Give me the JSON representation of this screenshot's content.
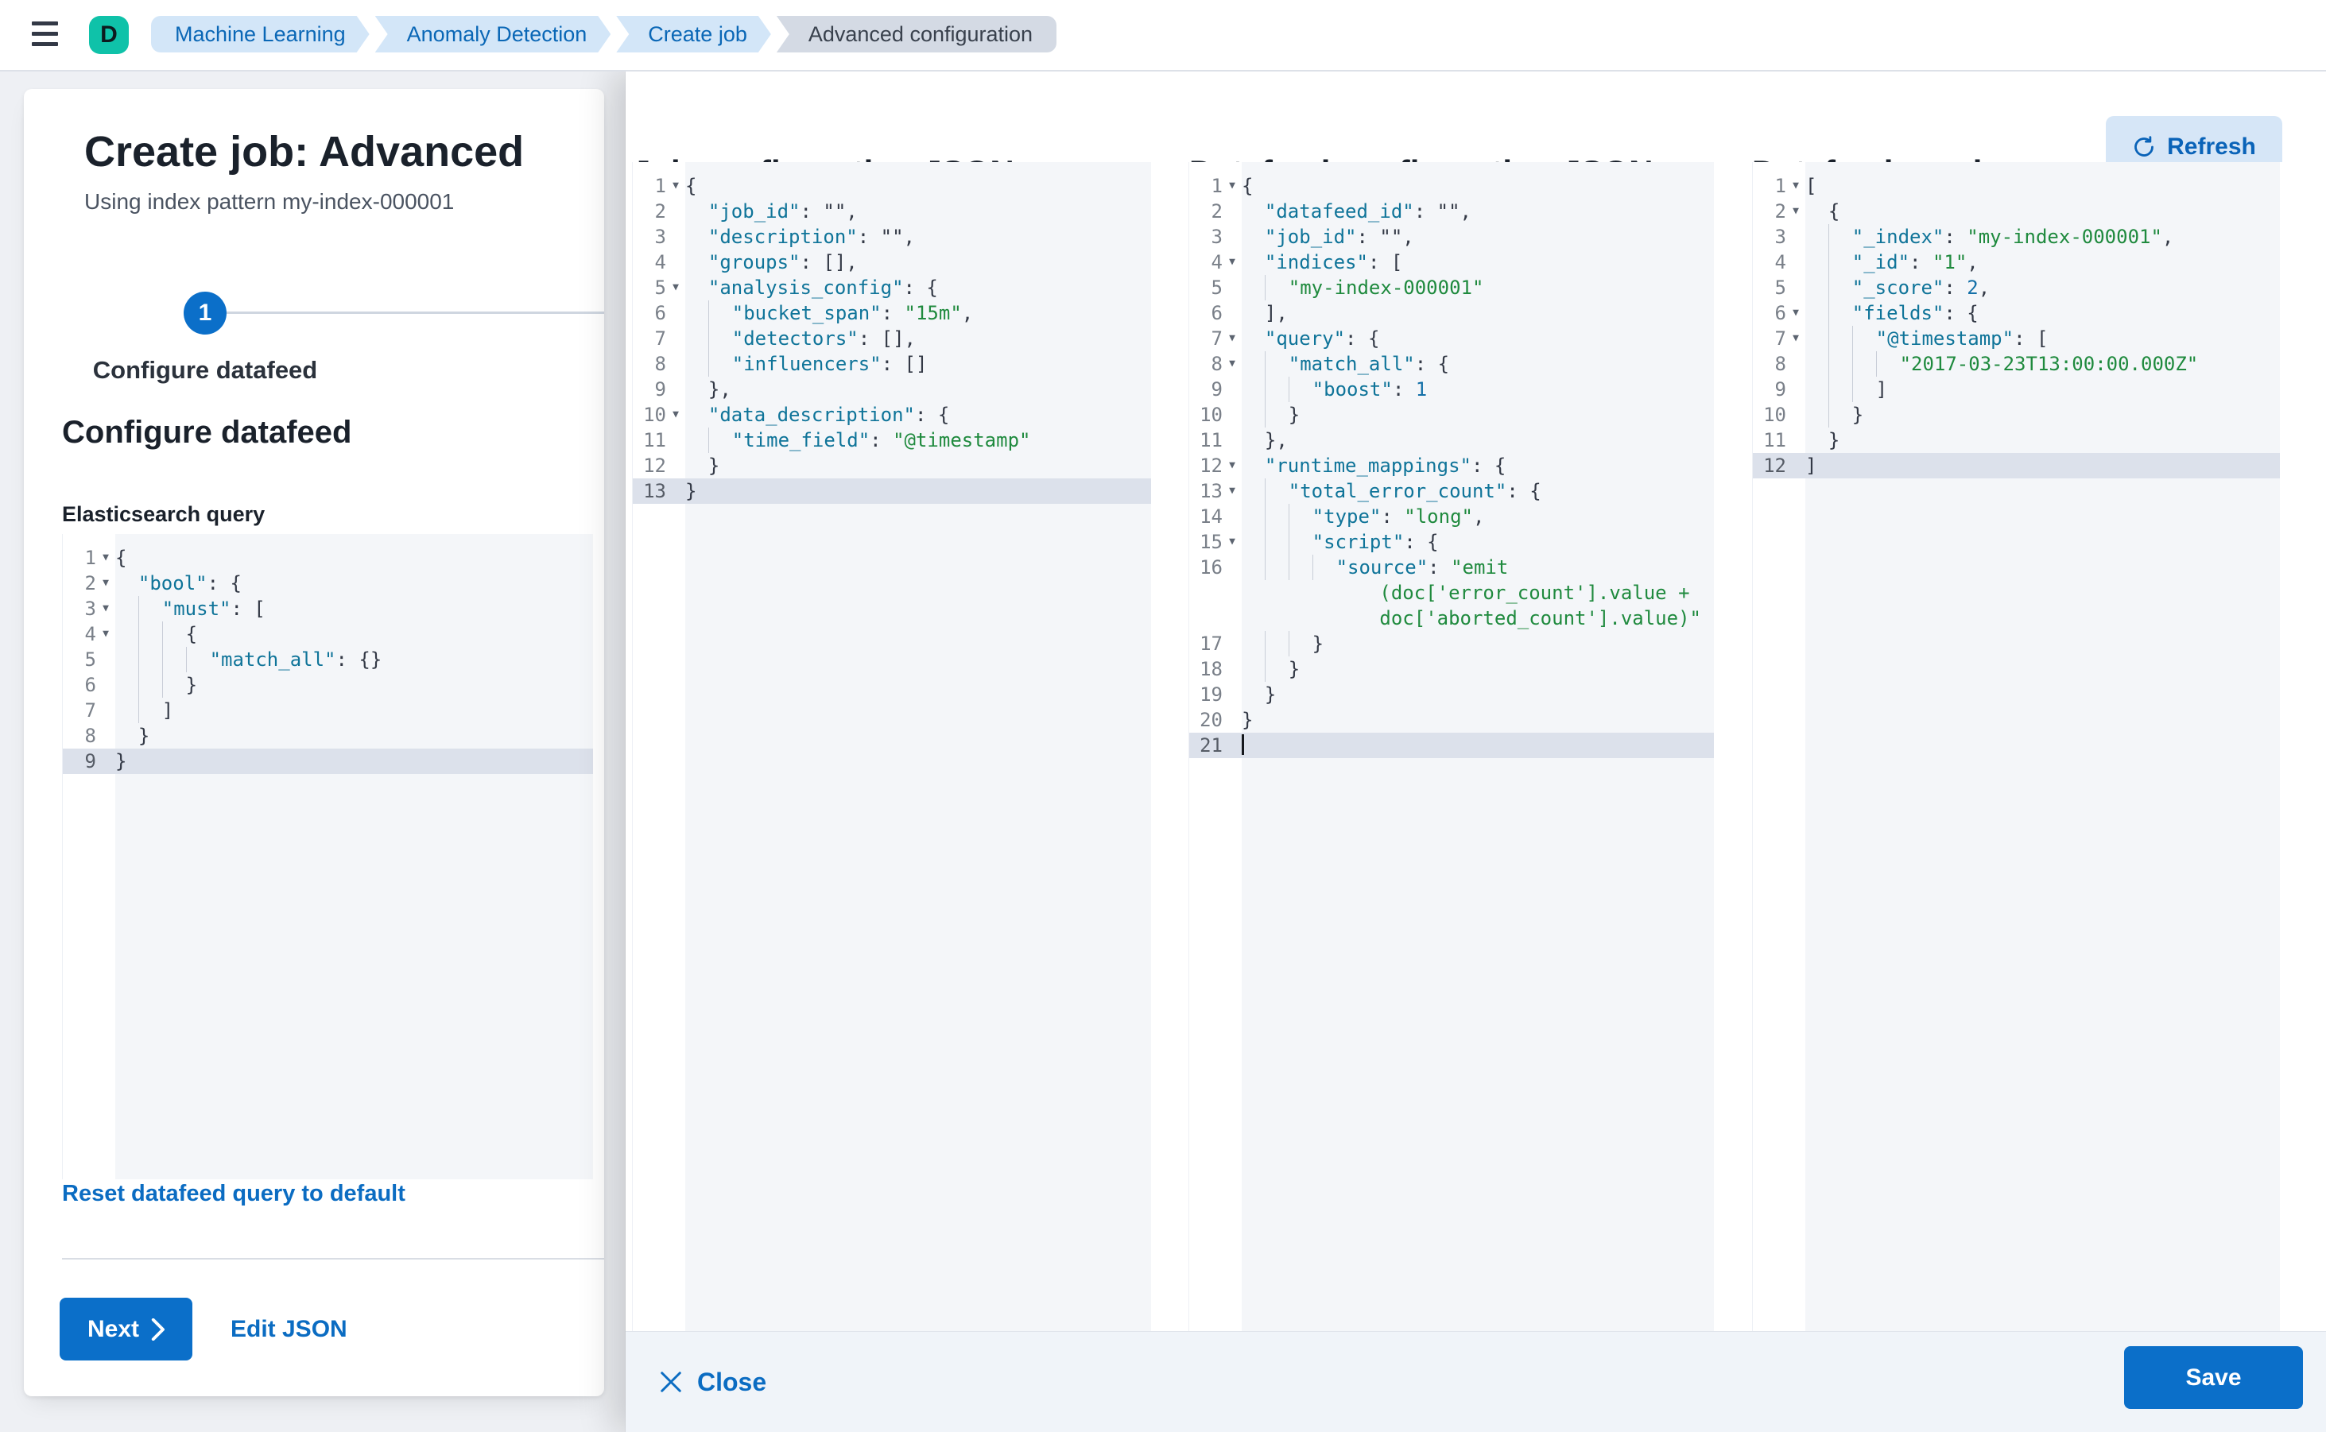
{
  "topbar": {
    "avatar_letter": "D",
    "breadcrumbs": [
      {
        "label": "Machine Learning",
        "current": false
      },
      {
        "label": "Anomaly Detection",
        "current": false
      },
      {
        "label": "Create job",
        "current": false
      },
      {
        "label": "Advanced configuration",
        "current": true
      }
    ]
  },
  "left_panel": {
    "title": "Create job: Advanced",
    "subtitle": "Using index pattern my-index-000001",
    "step": {
      "number": "1",
      "label": "Configure datafeed"
    },
    "section_heading": "Configure datafeed",
    "query_label": "Elasticsearch query",
    "reset_link": "Reset datafeed query to default",
    "next_label": "Next",
    "edit_json_label": "Edit JSON"
  },
  "flyout": {
    "columns": [
      {
        "title": "Job configuration JSON"
      },
      {
        "title": "Datafeed configuration JSON"
      },
      {
        "title": "Datafeed preview"
      }
    ],
    "refresh_label": "Refresh",
    "close_label": "Close",
    "save_label": "Save"
  },
  "colors": {
    "primary_button": "#0b6fc9",
    "link_blue": "#0b6cc2",
    "breadcrumb_blue_bg": "#d3e6f8",
    "breadcrumb_blue_text": "#0a67b6",
    "breadcrumb_gray_bg": "#d4dae4",
    "avatar_teal": "#0fc2a9",
    "editor_code_bg": "#f4f6f9",
    "editor_active_line": "#dce1eb",
    "token_key": "#0f7499",
    "token_string": "#1f8a3e",
    "token_number": "#1470a8",
    "token_punct": "#333946"
  },
  "editors": {
    "es_query": {
      "lines": [
        {
          "n": 1,
          "fold": true,
          "ind": 0,
          "toks": [
            [
              "p",
              "{"
            ]
          ]
        },
        {
          "n": 2,
          "fold": true,
          "ind": 2,
          "toks": [
            [
              "k",
              "\"bool\""
            ],
            [
              "p",
              ": {"
            ]
          ]
        },
        {
          "n": 3,
          "fold": true,
          "ind": 4,
          "toks": [
            [
              "k",
              "\"must\""
            ],
            [
              "p",
              ": ["
            ]
          ]
        },
        {
          "n": 4,
          "fold": true,
          "ind": 6,
          "toks": [
            [
              "p",
              "{"
            ]
          ]
        },
        {
          "n": 5,
          "ind": 8,
          "toks": [
            [
              "k",
              "\"match_all\""
            ],
            [
              "p",
              ": {}"
            ]
          ]
        },
        {
          "n": 6,
          "ind": 6,
          "toks": [
            [
              "p",
              "}"
            ]
          ]
        },
        {
          "n": 7,
          "ind": 4,
          "toks": [
            [
              "p",
              "]"
            ]
          ]
        },
        {
          "n": 8,
          "ind": 2,
          "toks": [
            [
              "p",
              "}"
            ]
          ]
        },
        {
          "n": 9,
          "ind": 0,
          "active": true,
          "toks": [
            [
              "p",
              "}"
            ]
          ]
        }
      ]
    },
    "job": {
      "lines": [
        {
          "n": 1,
          "fold": true,
          "ind": 0,
          "toks": [
            [
              "p",
              "{"
            ]
          ]
        },
        {
          "n": 2,
          "ind": 2,
          "toks": [
            [
              "k",
              "\"job_id\""
            ],
            [
              "p",
              ": \"\","
            ]
          ]
        },
        {
          "n": 3,
          "ind": 2,
          "toks": [
            [
              "k",
              "\"description\""
            ],
            [
              "p",
              ": \"\","
            ]
          ]
        },
        {
          "n": 4,
          "ind": 2,
          "toks": [
            [
              "k",
              "\"groups\""
            ],
            [
              "p",
              ": [],"
            ]
          ]
        },
        {
          "n": 5,
          "fold": true,
          "ind": 2,
          "toks": [
            [
              "k",
              "\"analysis_config\""
            ],
            [
              "p",
              ": {"
            ]
          ]
        },
        {
          "n": 6,
          "ind": 4,
          "toks": [
            [
              "k",
              "\"bucket_span\""
            ],
            [
              "p",
              ": "
            ],
            [
              "s",
              "\"15m\""
            ],
            [
              "p",
              ","
            ]
          ]
        },
        {
          "n": 7,
          "ind": 4,
          "toks": [
            [
              "k",
              "\"detectors\""
            ],
            [
              "p",
              ": [],"
            ]
          ]
        },
        {
          "n": 8,
          "ind": 4,
          "toks": [
            [
              "k",
              "\"influencers\""
            ],
            [
              "p",
              ": []"
            ]
          ]
        },
        {
          "n": 9,
          "ind": 2,
          "toks": [
            [
              "p",
              "},"
            ]
          ]
        },
        {
          "n": 10,
          "fold": true,
          "ind": 2,
          "toks": [
            [
              "k",
              "\"data_description\""
            ],
            [
              "p",
              ": {"
            ]
          ]
        },
        {
          "n": 11,
          "ind": 4,
          "toks": [
            [
              "k",
              "\"time_field\""
            ],
            [
              "p",
              ": "
            ],
            [
              "s",
              "\"@timestamp\""
            ]
          ]
        },
        {
          "n": 12,
          "ind": 2,
          "toks": [
            [
              "p",
              "}"
            ]
          ]
        },
        {
          "n": 13,
          "ind": 0,
          "active": true,
          "toks": [
            [
              "p",
              "}"
            ]
          ]
        }
      ]
    },
    "datafeed": {
      "lines": [
        {
          "n": 1,
          "fold": true,
          "ind": 0,
          "toks": [
            [
              "p",
              "{"
            ]
          ]
        },
        {
          "n": 2,
          "ind": 2,
          "toks": [
            [
              "k",
              "\"datafeed_id\""
            ],
            [
              "p",
              ": \"\","
            ]
          ]
        },
        {
          "n": 3,
          "ind": 2,
          "toks": [
            [
              "k",
              "\"job_id\""
            ],
            [
              "p",
              ": \"\","
            ]
          ]
        },
        {
          "n": 4,
          "fold": true,
          "ind": 2,
          "toks": [
            [
              "k",
              "\"indices\""
            ],
            [
              "p",
              ": ["
            ]
          ]
        },
        {
          "n": 5,
          "ind": 4,
          "toks": [
            [
              "s",
              "\"my-index-000001\""
            ]
          ]
        },
        {
          "n": 6,
          "ind": 2,
          "toks": [
            [
              "p",
              "],"
            ]
          ]
        },
        {
          "n": 7,
          "fold": true,
          "ind": 2,
          "toks": [
            [
              "k",
              "\"query\""
            ],
            [
              "p",
              ": {"
            ]
          ]
        },
        {
          "n": 8,
          "fold": true,
          "ind": 4,
          "toks": [
            [
              "k",
              "\"match_all\""
            ],
            [
              "p",
              ": {"
            ]
          ]
        },
        {
          "n": 9,
          "ind": 6,
          "toks": [
            [
              "k",
              "\"boost\""
            ],
            [
              "p",
              ": "
            ],
            [
              "n2",
              "1"
            ]
          ]
        },
        {
          "n": 10,
          "ind": 4,
          "toks": [
            [
              "p",
              "}"
            ]
          ]
        },
        {
          "n": 11,
          "ind": 2,
          "toks": [
            [
              "p",
              "},"
            ]
          ]
        },
        {
          "n": 12,
          "fold": true,
          "ind": 2,
          "toks": [
            [
              "k",
              "\"runtime_mappings\""
            ],
            [
              "p",
              ": {"
            ]
          ]
        },
        {
          "n": 13,
          "fold": true,
          "ind": 4,
          "toks": [
            [
              "k",
              "\"total_error_count\""
            ],
            [
              "p",
              ": {"
            ]
          ]
        },
        {
          "n": 14,
          "ind": 6,
          "toks": [
            [
              "k",
              "\"type\""
            ],
            [
              "p",
              ": "
            ],
            [
              "s",
              "\"long\""
            ],
            [
              "p",
              ","
            ]
          ]
        },
        {
          "n": 15,
          "fold": true,
          "ind": 6,
          "toks": [
            [
              "k",
              "\"script\""
            ],
            [
              "p",
              ": {"
            ]
          ]
        },
        {
          "n": 16,
          "ind": 8,
          "toks": [
            [
              "k",
              "\"source\""
            ],
            [
              "p",
              ": "
            ],
            [
              "s",
              "\"emit"
            ]
          ]
        },
        {
          "wrap": true,
          "ind": 12,
          "toks": [
            [
              "s",
              "(doc['error_count'].value +"
            ]
          ]
        },
        {
          "wrap": true,
          "ind": 12,
          "toks": [
            [
              "s",
              "doc['aborted_count'].value)\""
            ]
          ]
        },
        {
          "n": 17,
          "ind": 6,
          "toks": [
            [
              "p",
              "}"
            ]
          ]
        },
        {
          "n": 18,
          "ind": 4,
          "toks": [
            [
              "p",
              "}"
            ]
          ]
        },
        {
          "n": 19,
          "ind": 2,
          "toks": [
            [
              "p",
              "}"
            ]
          ]
        },
        {
          "n": 20,
          "ind": 0,
          "toks": [
            [
              "p",
              "}"
            ]
          ]
        },
        {
          "n": 21,
          "ind": 0,
          "active": true,
          "cursor": true,
          "toks": []
        }
      ]
    },
    "preview": {
      "lines": [
        {
          "n": 1,
          "fold": true,
          "ind": 0,
          "toks": [
            [
              "p",
              "["
            ]
          ]
        },
        {
          "n": 2,
          "fold": true,
          "ind": 2,
          "toks": [
            [
              "p",
              "{"
            ]
          ]
        },
        {
          "n": 3,
          "ind": 4,
          "toks": [
            [
              "k",
              "\"_index\""
            ],
            [
              "p",
              ": "
            ],
            [
              "s",
              "\"my-index-000001\""
            ],
            [
              "p",
              ","
            ]
          ]
        },
        {
          "n": 4,
          "ind": 4,
          "toks": [
            [
              "k",
              "\"_id\""
            ],
            [
              "p",
              ": "
            ],
            [
              "s",
              "\"1\""
            ],
            [
              "p",
              ","
            ]
          ]
        },
        {
          "n": 5,
          "ind": 4,
          "toks": [
            [
              "k",
              "\"_score\""
            ],
            [
              "p",
              ": "
            ],
            [
              "n2",
              "2"
            ],
            [
              "p",
              ","
            ]
          ]
        },
        {
          "n": 6,
          "fold": true,
          "ind": 4,
          "toks": [
            [
              "k",
              "\"fields\""
            ],
            [
              "p",
              ": {"
            ]
          ]
        },
        {
          "n": 7,
          "fold": true,
          "ind": 6,
          "toks": [
            [
              "k",
              "\"@timestamp\""
            ],
            [
              "p",
              ": ["
            ]
          ]
        },
        {
          "n": 8,
          "ind": 8,
          "toks": [
            [
              "s",
              "\"2017-03-23T13:00:00.000Z\""
            ]
          ]
        },
        {
          "n": 9,
          "ind": 6,
          "toks": [
            [
              "p",
              "]"
            ]
          ]
        },
        {
          "n": 10,
          "ind": 4,
          "toks": [
            [
              "p",
              "}"
            ]
          ]
        },
        {
          "n": 11,
          "ind": 2,
          "toks": [
            [
              "p",
              "}"
            ]
          ]
        },
        {
          "n": 12,
          "ind": 0,
          "active": true,
          "toks": [
            [
              "p",
              "]"
            ]
          ]
        }
      ]
    }
  }
}
